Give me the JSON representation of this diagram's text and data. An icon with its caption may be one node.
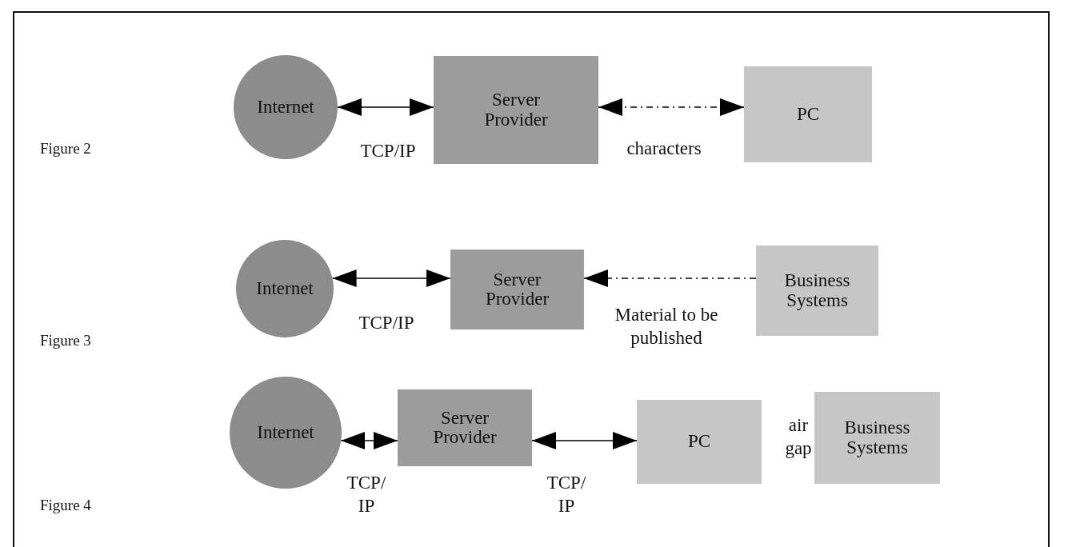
{
  "diagram": {
    "nodes": [
      {
        "text": [
          "Internet"
        ]
      },
      {
        "text": [
          "Server Provider"
        ]
      },
      {
        "text": [
          "PC"
        ]
      },
      {
        "text": [
          "Internet"
        ]
      },
      {
        "text": [
          "Server Provider"
        ]
      },
      {
        "text": [
          "Business Systems"
        ]
      },
      {
        "text": [
          "Internet"
        ]
      },
      {
        "text": [
          "Server Provider"
        ]
      },
      {
        "text": [
          "PC"
        ]
      },
      {
        "text": [
          "Business Systems"
        ]
      }
    ],
    "edges": [
      {
        "from": 0,
        "to": 1,
        "arrow": "both",
        "label": "TCP/IP"
      },
      {
        "from": 1,
        "to": 2,
        "arrow": "both",
        "label": "characters",
        "style": "dashed"
      },
      {
        "from": 3,
        "to": 4,
        "arrow": "both",
        "label": "TCP/IP"
      },
      {
        "from": 5,
        "to": 4,
        "arrow": "to",
        "label": "Material to be published",
        "style": "dashed"
      },
      {
        "from": 6,
        "to": 7,
        "arrow": "both",
        "label": "TCP/ IP"
      },
      {
        "from": 7,
        "to": 8,
        "arrow": "both",
        "label": "TCP/ IP"
      }
    ],
    "labels": [
      "Figure 2",
      "Figure 3",
      "Figure 4",
      "air gap"
    ]
  }
}
